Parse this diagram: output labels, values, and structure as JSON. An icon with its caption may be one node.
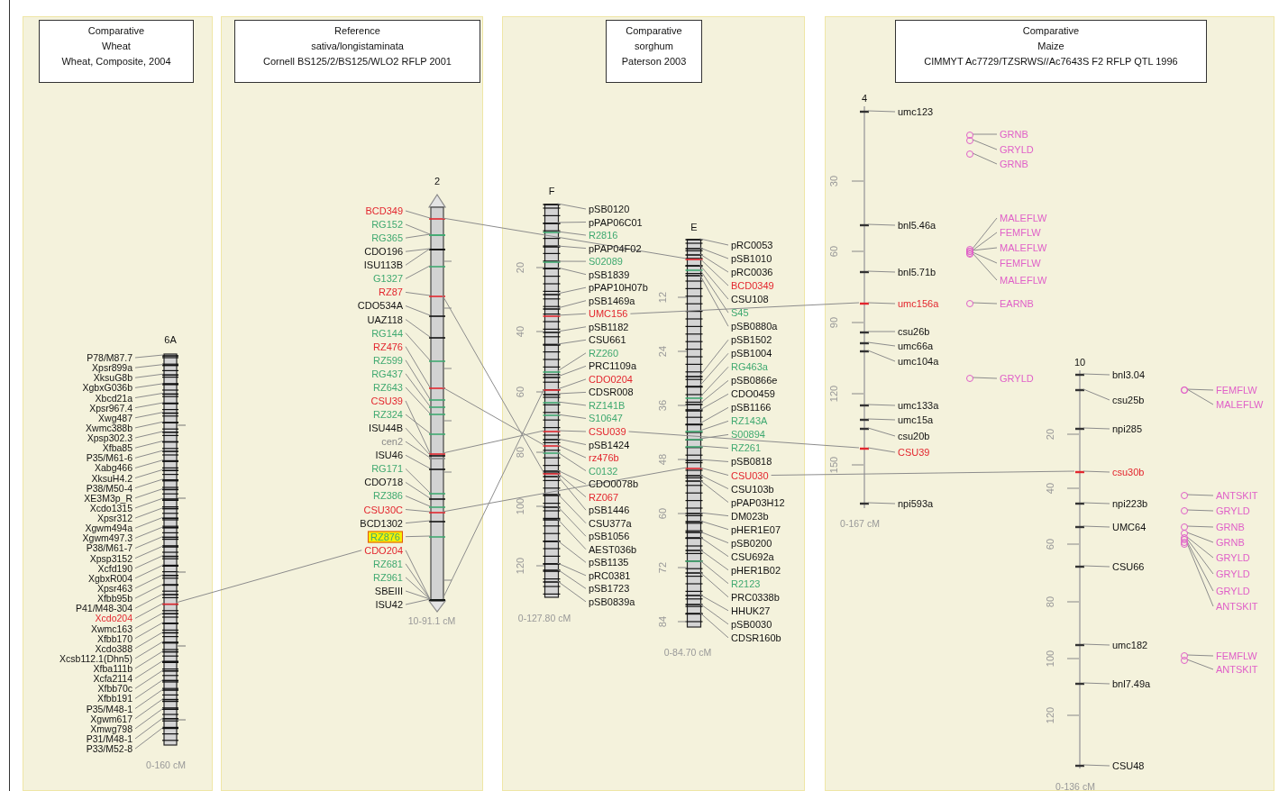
{
  "diagram": {
    "nodes": [
      {
        "text": [],
        "shape": "box"
      },
      {
        "text": [
          "Comparative",
          "Wheat",
          "Wheat, Composite, 2004"
        ],
        "in": 0
      },
      {
        "text": [
          "6A"
        ],
        "in": 0,
        "beside": [
          "0-160 cM"
        ]
      },
      {
        "text": [
          "P78/M87.7"
        ],
        "in": 0
      },
      {
        "text": [
          "Xpsr899a"
        ],
        "in": 0
      },
      {
        "text": [
          "XksuG8b"
        ],
        "in": 0
      },
      {
        "text": [
          "XgbxG036b"
        ],
        "in": 0
      },
      {
        "text": [
          "Xbcd21a"
        ],
        "in": 0
      },
      {
        "text": [
          "Xpsr967.4"
        ],
        "in": 0
      },
      {
        "text": [
          "Xwg487"
        ],
        "in": 0
      },
      {
        "text": [
          "Xwmc388b"
        ],
        "in": 0
      },
      {
        "text": [
          "Xpsp302.3"
        ],
        "in": 0
      },
      {
        "text": [
          "Xfba85"
        ],
        "in": 0
      },
      {
        "text": [
          "P35/M61-6"
        ],
        "in": 0
      },
      {
        "text": [
          "Xabg466"
        ],
        "in": 0
      },
      {
        "text": [
          "XksuH4.2"
        ],
        "in": 0
      },
      {
        "text": [
          "P38/M50-4"
        ],
        "in": 0
      },
      {
        "text": [
          "XE3M3p_R"
        ],
        "in": 0
      },
      {
        "text": [
          "Xcdo1315"
        ],
        "in": 0
      },
      {
        "text": [
          "Xpsr312"
        ],
        "in": 0
      },
      {
        "text": [
          "Xgwm494a"
        ],
        "in": 0
      },
      {
        "text": [
          "Xgwm497.3"
        ],
        "in": 0
      },
      {
        "text": [
          "P38/M61-7"
        ],
        "in": 0
      },
      {
        "text": [
          "Xpsp3152"
        ],
        "in": 0
      },
      {
        "text": [
          "Xcfd190"
        ],
        "in": 0
      },
      {
        "text": [
          "XgbxR004"
        ],
        "in": 0
      },
      {
        "text": [
          "Xpsr463"
        ],
        "in": 0
      },
      {
        "text": [
          "Xfbb95b"
        ],
        "in": 0
      },
      {
        "text": [
          "P41/M48-304"
        ],
        "in": 0
      },
      {
        "text": [
          "Xcdo204"
        ],
        "in": 0
      },
      {
        "text": [
          "Xwmc163"
        ],
        "in": 0
      },
      {
        "text": [
          "Xfbb170"
        ],
        "in": 0
      },
      {
        "text": [
          "Xcdo388"
        ],
        "in": 0
      },
      {
        "text": [
          "Xcsb112.1(Dhn5)"
        ],
        "in": 0
      },
      {
        "text": [
          "Xfba111b"
        ],
        "in": 0
      },
      {
        "text": [
          "Xcfa2114"
        ],
        "in": 0
      },
      {
        "text": [
          "Xfbb70c"
        ],
        "in": 0
      },
      {
        "text": [
          "Xfbb191"
        ],
        "in": 0
      },
      {
        "text": [
          "P35/M48-1"
        ],
        "in": 0
      },
      {
        "text": [
          "Xgwm617"
        ],
        "in": 0
      },
      {
        "text": [
          "Xmwg798"
        ],
        "in": 0
      },
      {
        "text": [
          "P31/M48-1"
        ],
        "in": 0
      },
      {
        "text": [
          "P33/M52-8"
        ],
        "in": 0
      },
      {
        "text": [],
        "shape": "box"
      },
      {
        "text": [
          "Reference",
          "sativa/longistaminata",
          "Cornell BS125/2/BS125/WLO2 RFLP 2001"
        ],
        "in": 43
      },
      {
        "text": [
          "2"
        ],
        "in": 43,
        "beside": [
          "10-91.1 cM"
        ]
      },
      {
        "text": [
          "BCD349"
        ],
        "in": 43
      },
      {
        "text": [
          "RG152"
        ],
        "in": 43
      },
      {
        "text": [
          "RG365"
        ],
        "in": 43
      },
      {
        "text": [
          "CDO196"
        ],
        "in": 43
      },
      {
        "text": [
          "ISU113B"
        ],
        "in": 43
      },
      {
        "text": [
          "G1327"
        ],
        "in": 43
      },
      {
        "text": [
          "RZ87"
        ],
        "in": 43
      },
      {
        "text": [
          "CDO534A"
        ],
        "in": 43
      },
      {
        "text": [
          "UAZ118"
        ],
        "in": 43
      },
      {
        "text": [
          "RG144"
        ],
        "in": 43
      },
      {
        "text": [
          "RZ476"
        ],
        "in": 43
      },
      {
        "text": [
          "RZ599"
        ],
        "in": 43
      },
      {
        "text": [
          "RG437"
        ],
        "in": 43
      },
      {
        "text": [
          "RZ643"
        ],
        "in": 43
      },
      {
        "text": [
          "CSU39"
        ],
        "in": 43
      },
      {
        "text": [
          "RZ324"
        ],
        "in": 43
      },
      {
        "text": [
          "ISU44B"
        ],
        "in": 43
      },
      {
        "text": [
          "cen2"
        ],
        "in": 43
      },
      {
        "text": [
          "ISU46"
        ],
        "in": 43
      },
      {
        "text": [
          "RG171"
        ],
        "in": 43
      },
      {
        "text": [
          "CDO718"
        ],
        "in": 43
      },
      {
        "text": [
          "RZ386"
        ],
        "in": 43
      },
      {
        "text": [
          "CSU30C"
        ],
        "in": 43
      },
      {
        "text": [
          "BCD1302"
        ],
        "in": 43
      },
      {
        "text": [
          "RZ876"
        ],
        "in": 43
      },
      {
        "text": [
          "CDO204"
        ],
        "in": 43
      },
      {
        "text": [
          "RZ681"
        ],
        "in": 43
      },
      {
        "text": [
          "RZ961"
        ],
        "in": 43
      },
      {
        "text": [
          "SBEIII"
        ],
        "in": 43
      },
      {
        "text": [
          "ISU42"
        ],
        "in": 43
      },
      {
        "text": [],
        "shape": "box"
      },
      {
        "text": [
          "Comparative",
          "sorghum",
          "Paterson 2003"
        ],
        "in": 76
      },
      {
        "text": [
          "F"
        ],
        "in": 76,
        "beside": [
          "0-127.80 cM"
        ]
      },
      {
        "text": [
          "pSB0120"
        ],
        "in": 76
      },
      {
        "text": [
          "pPAP06C01"
        ],
        "in": 76
      },
      {
        "text": [
          "R2816"
        ],
        "in": 76
      },
      {
        "text": [
          "pPAP04F02"
        ],
        "in": 76
      },
      {
        "text": [
          "S02089"
        ],
        "in": 76
      },
      {
        "text": [
          "pSB1839"
        ],
        "in": 76
      },
      {
        "text": [
          "pPAP10H07b"
        ],
        "in": 76
      },
      {
        "text": [
          "pSB1469a"
        ],
        "in": 76
      },
      {
        "text": [
          "UMC156"
        ],
        "in": 76
      },
      {
        "text": [
          "pSB1182"
        ],
        "in": 76
      },
      {
        "text": [
          "CSU661"
        ],
        "in": 76
      },
      {
        "text": [
          "RZ260"
        ],
        "in": 76
      },
      {
        "text": [
          "PRC1109a"
        ],
        "in": 76
      },
      {
        "text": [
          "CDO0204"
        ],
        "in": 76
      },
      {
        "text": [
          "CDSR008"
        ],
        "in": 76
      },
      {
        "text": [
          "RZ141B"
        ],
        "in": 76
      },
      {
        "text": [
          "S10647"
        ],
        "in": 76
      },
      {
        "text": [
          "CSU039"
        ],
        "in": 76
      },
      {
        "text": [
          "pSB1424"
        ],
        "in": 76
      },
      {
        "text": [
          "rz476b"
        ],
        "in": 76
      },
      {
        "text": [
          "C0132"
        ],
        "in": 76
      },
      {
        "text": [
          "CDO0078b"
        ],
        "in": 76
      },
      {
        "text": [
          "RZ067"
        ],
        "in": 76
      },
      {
        "text": [
          "pSB1446"
        ],
        "in": 76
      },
      {
        "text": [
          "CSU377a"
        ],
        "in": 76
      },
      {
        "text": [
          "pSB1056"
        ],
        "in": 76
      },
      {
        "text": [
          "AEST036b"
        ],
        "in": 76
      },
      {
        "text": [
          "pSB1135"
        ],
        "in": 76
      },
      {
        "text": [
          "pRC0381"
        ],
        "in": 76
      },
      {
        "text": [
          "pSB1723"
        ],
        "in": 76
      },
      {
        "text": [
          "pSB0839a"
        ],
        "in": 76
      },
      {
        "text": [
          "E"
        ],
        "in": 76,
        "beside": [
          "0-84.70 cM"
        ]
      },
      {
        "text": [
          "pRC0053"
        ],
        "in": 76
      },
      {
        "text": [
          "pSB1010"
        ],
        "in": 76
      },
      {
        "text": [
          "pRC0036"
        ],
        "in": 76
      },
      {
        "text": [
          "BCD0349"
        ],
        "in": 76
      },
      {
        "text": [
          "CSU108"
        ],
        "in": 76
      },
      {
        "text": [
          "S45"
        ],
        "in": 76
      },
      {
        "text": [
          "pSB0880a"
        ],
        "in": 76
      },
      {
        "text": [
          "pSB1502"
        ],
        "in": 76
      },
      {
        "text": [
          "pSB1004"
        ],
        "in": 76
      },
      {
        "text": [
          "RG463a"
        ],
        "in": 76
      },
      {
        "text": [
          "pSB0866e"
        ],
        "in": 76
      },
      {
        "text": [
          "CDO0459"
        ],
        "in": 76
      },
      {
        "text": [
          "pSB1166"
        ],
        "in": 76
      },
      {
        "text": [
          "RZ143A"
        ],
        "in": 76
      },
      {
        "text": [
          "S00894"
        ],
        "in": 76
      },
      {
        "text": [
          "RZ261"
        ],
        "in": 76
      },
      {
        "text": [
          "pSB0818"
        ],
        "in": 76
      },
      {
        "text": [
          "CSU030"
        ],
        "in": 76
      },
      {
        "text": [
          "CSU103b"
        ],
        "in": 76
      },
      {
        "text": [
          "pPAP03H12"
        ],
        "in": 76
      },
      {
        "text": [
          "DM023b"
        ],
        "in": 76
      },
      {
        "text": [
          "pHER1E07"
        ],
        "in": 76
      },
      {
        "text": [
          "pSB0200"
        ],
        "in": 76
      },
      {
        "text": [
          "CSU692a"
        ],
        "in": 76
      },
      {
        "text": [
          "pHER1B02"
        ],
        "in": 76
      },
      {
        "text": [
          "R2123"
        ],
        "in": 76
      },
      {
        "text": [
          "PRC0338b"
        ],
        "in": 76
      },
      {
        "text": [
          "HHUK27"
        ],
        "in": 76
      },
      {
        "text": [
          "pSB0030"
        ],
        "in": 76
      },
      {
        "text": [
          "CDSR160b"
        ],
        "in": 76
      },
      {
        "text": [],
        "shape": "box"
      },
      {
        "text": [
          "Comparative",
          "Maize",
          "CIMMYT Ac7729/TZSRWS//Ac7643S F2 RFLP QTL 1996"
        ],
        "in": 141
      },
      {
        "text": [
          "4"
        ],
        "in": 141,
        "beside": [
          "0-167 cM"
        ]
      },
      {
        "text": [
          "umc123"
        ],
        "in": 141
      },
      {
        "text": [
          "bnl5.46a"
        ],
        "in": 141
      },
      {
        "text": [
          "bnl5.71b"
        ],
        "in": 141
      },
      {
        "text": [
          "umc156a"
        ],
        "in": 141
      },
      {
        "text": [
          "csu26b"
        ],
        "in": 141
      },
      {
        "text": [
          "umc66a"
        ],
        "in": 141
      },
      {
        "text": [
          "umc104a"
        ],
        "in": 141
      },
      {
        "text": [
          "umc133a"
        ],
        "in": 141
      },
      {
        "text": [
          "umc15a"
        ],
        "in": 141
      },
      {
        "text": [
          "csu20b"
        ],
        "in": 141
      },
      {
        "text": [
          "CSU39"
        ],
        "in": 141
      },
      {
        "text": [
          "npi593a"
        ],
        "in": 141
      },
      {
        "text": [],
        "shape": "circle",
        "in": 141
      },
      {
        "text": [
          "GRNB"
        ],
        "in": 141
      },
      {
        "text": [],
        "shape": "circle",
        "in": 141
      },
      {
        "text": [
          "GRYLD"
        ],
        "in": 141
      },
      {
        "text": [],
        "shape": "circle",
        "in": 141
      },
      {
        "text": [
          "GRNB"
        ],
        "in": 141
      },
      {
        "text": [],
        "shape": "circle",
        "in": 141
      },
      {
        "text": [
          "MALEFLW"
        ],
        "in": 141
      },
      {
        "text": [],
        "shape": "circle",
        "in": 141
      },
      {
        "text": [
          "FEMFLW"
        ],
        "in": 141
      },
      {
        "text": [],
        "shape": "circle",
        "in": 141
      },
      {
        "text": [
          "MALEFLW"
        ],
        "in": 141
      },
      {
        "text": [],
        "shape": "circle",
        "in": 141
      },
      {
        "text": [
          "FEMFLW"
        ],
        "in": 141
      },
      {
        "text": [],
        "shape": "circle",
        "in": 141
      },
      {
        "text": [
          "MALEFLW"
        ],
        "in": 141
      },
      {
        "text": [],
        "shape": "circle",
        "in": 141
      },
      {
        "text": [
          "EARNB"
        ],
        "in": 141
      },
      {
        "text": [],
        "shape": "circle",
        "in": 141
      },
      {
        "text": [
          "GRYLD"
        ],
        "in": 141
      },
      {
        "text": [
          "10"
        ],
        "in": 141,
        "beside": [
          "0-136 cM"
        ]
      },
      {
        "text": [
          "bnl3.04"
        ],
        "in": 141
      },
      {
        "text": [
          "csu25b"
        ],
        "in": 141
      },
      {
        "text": [
          "npi285"
        ],
        "in": 141
      },
      {
        "text": [
          "csu30b"
        ],
        "in": 141
      },
      {
        "text": [
          "npi223b"
        ],
        "in": 141
      },
      {
        "text": [
          "UMC64"
        ],
        "in": 141
      },
      {
        "text": [
          "CSU66"
        ],
        "in": 141
      },
      {
        "text": [
          "umc182"
        ],
        "in": 141
      },
      {
        "text": [
          "bnl7.49a"
        ],
        "in": 141
      },
      {
        "text": [
          "CSU48"
        ],
        "in": 141
      },
      {
        "text": [],
        "shape": "circle",
        "in": 141
      },
      {
        "text": [
          "FEMFLW"
        ],
        "in": 141
      },
      {
        "text": [],
        "shape": "circle",
        "in": 141
      },
      {
        "text": [
          "MALEFLW"
        ],
        "in": 141
      },
      {
        "text": [],
        "shape": "circle",
        "in": 141
      },
      {
        "text": [
          "ANTSKIT"
        ],
        "in": 141
      },
      {
        "text": [],
        "shape": "circle",
        "in": 141
      },
      {
        "text": [
          "GRYLD"
        ],
        "in": 141
      },
      {
        "text": [],
        "shape": "circle",
        "in": 141
      },
      {
        "text": [
          "GRNB"
        ],
        "in": 141
      },
      {
        "text": [],
        "shape": "circle",
        "in": 141
      },
      {
        "text": [
          "GRNB"
        ],
        "in": 141
      },
      {
        "text": [],
        "shape": "circle",
        "in": 141
      },
      {
        "text": [
          "GRYLD"
        ],
        "in": 141
      },
      {
        "text": [],
        "shape": "circle",
        "in": 141
      },
      {
        "text": [
          "GRYLD"
        ],
        "in": 141
      },
      {
        "text": [],
        "shape": "circle",
        "in": 141
      },
      {
        "text": [
          "GRYLD"
        ],
        "in": 141
      },
      {
        "text": [],
        "shape": "circle",
        "in": 141
      },
      {
        "text": [
          "ANTSKIT"
        ],
        "in": 141
      },
      {
        "text": [],
        "shape": "circle",
        "in": 141
      },
      {
        "text": [
          "FEMFLW"
        ],
        "in": 141
      },
      {
        "text": [],
        "shape": "circle",
        "in": 141
      },
      {
        "text": [
          "ANTSKIT"
        ],
        "in": 141
      }
    ],
    "edges": [
      {
        "from": 2,
        "to": 71,
        "arrow": "none"
      },
      {
        "from": 45,
        "to": 110,
        "arrow": "none"
      },
      {
        "from": 45,
        "to": 78,
        "arrow": "none"
      },
      {
        "from": 45,
        "to": 78,
        "arrow": "none"
      },
      {
        "from": 45,
        "to": 78,
        "arrow": "none"
      },
      {
        "from": 45,
        "to": 110,
        "arrow": "none"
      },
      {
        "from": 45,
        "to": 78,
        "arrow": "none"
      },
      {
        "from": 87,
        "to": 143,
        "arrow": "none"
      },
      {
        "from": 96,
        "to": 143,
        "arrow": "none"
      },
      {
        "from": 128,
        "to": 176,
        "arrow": "none"
      },
      {
        "from": 3,
        "to": 2,
        "arrow": "none"
      },
      {
        "from": 4,
        "to": 2,
        "arrow": "none"
      },
      {
        "from": 5,
        "to": 2,
        "arrow": "none"
      },
      {
        "from": 6,
        "to": 2,
        "arrow": "none"
      },
      {
        "from": 7,
        "to": 2,
        "arrow": "none"
      },
      {
        "from": 8,
        "to": 2,
        "arrow": "none"
      },
      {
        "from": 9,
        "to": 2,
        "arrow": "none"
      },
      {
        "from": 10,
        "to": 2,
        "arrow": "none"
      },
      {
        "from": 11,
        "to": 2,
        "arrow": "none"
      },
      {
        "from": 12,
        "to": 2,
        "arrow": "none"
      },
      {
        "from": 13,
        "to": 2,
        "arrow": "none"
      },
      {
        "from": 14,
        "to": 2,
        "arrow": "none"
      },
      {
        "from": 15,
        "to": 2,
        "arrow": "none"
      },
      {
        "from": 16,
        "to": 2,
        "arrow": "none"
      },
      {
        "from": 17,
        "to": 2,
        "arrow": "none"
      },
      {
        "from": 18,
        "to": 2,
        "arrow": "none"
      },
      {
        "from": 19,
        "to": 2,
        "arrow": "none"
      },
      {
        "from": 20,
        "to": 2,
        "arrow": "none"
      },
      {
        "from": 21,
        "to": 2,
        "arrow": "none"
      },
      {
        "from": 22,
        "to": 2,
        "arrow": "none"
      },
      {
        "from": 23,
        "to": 2,
        "arrow": "none"
      },
      {
        "from": 24,
        "to": 2,
        "arrow": "none"
      },
      {
        "from": 25,
        "to": 2,
        "arrow": "none"
      },
      {
        "from": 26,
        "to": 2,
        "arrow": "none"
      },
      {
        "from": 27,
        "to": 2,
        "arrow": "none"
      },
      {
        "from": 28,
        "to": 2,
        "arrow": "none"
      },
      {
        "from": 29,
        "to": 2,
        "arrow": "none"
      },
      {
        "from": 30,
        "to": 2,
        "arrow": "none"
      },
      {
        "from": 31,
        "to": 2,
        "arrow": "none"
      },
      {
        "from": 32,
        "to": 2,
        "arrow": "none"
      },
      {
        "from": 33,
        "to": 2,
        "arrow": "none"
      },
      {
        "from": 34,
        "to": 2,
        "arrow": "none"
      },
      {
        "from": 35,
        "to": 2,
        "arrow": "none"
      },
      {
        "from": 36,
        "to": 2,
        "arrow": "none"
      },
      {
        "from": 37,
        "to": 2,
        "arrow": "none"
      },
      {
        "from": 38,
        "to": 2,
        "arrow": "none"
      },
      {
        "from": 39,
        "to": 2,
        "arrow": "none"
      },
      {
        "from": 40,
        "to": 2,
        "arrow": "none"
      },
      {
        "from": 41,
        "to": 2,
        "arrow": "none"
      },
      {
        "from": 42,
        "to": 2,
        "arrow": "none"
      },
      {
        "from": 46,
        "to": 45,
        "arrow": "none"
      },
      {
        "from": 47,
        "to": 45,
        "arrow": "none"
      },
      {
        "from": 48,
        "to": 45,
        "arrow": "none"
      },
      {
        "from": 49,
        "to": 45,
        "arrow": "none"
      },
      {
        "from": 50,
        "to": 45,
        "arrow": "none"
      },
      {
        "from": 51,
        "to": 45,
        "arrow": "none"
      },
      {
        "from": 52,
        "to": 45,
        "arrow": "none"
      },
      {
        "from": 53,
        "to": 45,
        "arrow": "none"
      },
      {
        "from": 54,
        "to": 45,
        "arrow": "none"
      },
      {
        "from": 55,
        "to": 45,
        "arrow": "none"
      },
      {
        "from": 56,
        "to": 45,
        "arrow": "none"
      },
      {
        "from": 57,
        "to": 45,
        "arrow": "none"
      },
      {
        "from": 58,
        "to": 45,
        "arrow": "none"
      },
      {
        "from": 59,
        "to": 45,
        "arrow": "none"
      },
      {
        "from": 60,
        "to": 45,
        "arrow": "none"
      },
      {
        "from": 61,
        "to": 45,
        "arrow": "none"
      },
      {
        "from": 62,
        "to": 45,
        "arrow": "none"
      },
      {
        "from": 63,
        "to": 45,
        "arrow": "none"
      },
      {
        "from": 64,
        "to": 45,
        "arrow": "none"
      },
      {
        "from": 65,
        "to": 45,
        "arrow": "none"
      },
      {
        "from": 66,
        "to": 45,
        "arrow": "none"
      },
      {
        "from": 67,
        "to": 45,
        "arrow": "none"
      },
      {
        "from": 68,
        "to": 45,
        "arrow": "none"
      },
      {
        "from": 69,
        "to": 45,
        "arrow": "none"
      },
      {
        "from": 70,
        "to": 45,
        "arrow": "none"
      },
      {
        "from": 71,
        "to": 45,
        "arrow": "none"
      },
      {
        "from": 72,
        "to": 45,
        "arrow": "none"
      },
      {
        "from": 73,
        "to": 45,
        "arrow": "none"
      },
      {
        "from": 74,
        "to": 45,
        "arrow": "none"
      },
      {
        "from": 75,
        "to": 45,
        "arrow": "none"
      },
      {
        "from": 79,
        "to": 78,
        "arrow": "none"
      },
      {
        "from": 80,
        "to": 78,
        "arrow": "none"
      },
      {
        "from": 81,
        "to": 78,
        "arrow": "none"
      },
      {
        "from": 82,
        "to": 78,
        "arrow": "none"
      },
      {
        "from": 83,
        "to": 78,
        "arrow": "none"
      },
      {
        "from": 84,
        "to": 78,
        "arrow": "none"
      },
      {
        "from": 85,
        "to": 78,
        "arrow": "none"
      },
      {
        "from": 86,
        "to": 78,
        "arrow": "none"
      },
      {
        "from": 87,
        "to": 78,
        "arrow": "none"
      },
      {
        "from": 88,
        "to": 78,
        "arrow": "none"
      },
      {
        "from": 89,
        "to": 78,
        "arrow": "none"
      },
      {
        "from": 90,
        "to": 78,
        "arrow": "none"
      },
      {
        "from": 91,
        "to": 78,
        "arrow": "none"
      },
      {
        "from": 92,
        "to": 78,
        "arrow": "none"
      },
      {
        "from": 93,
        "to": 78,
        "arrow": "none"
      },
      {
        "from": 94,
        "to": 78,
        "arrow": "none"
      },
      {
        "from": 95,
        "to": 78,
        "arrow": "none"
      },
      {
        "from": 96,
        "to": 78,
        "arrow": "none"
      },
      {
        "from": 97,
        "to": 78,
        "arrow": "none"
      },
      {
        "from": 98,
        "to": 78,
        "arrow": "none"
      },
      {
        "from": 99,
        "to": 78,
        "arrow": "none"
      },
      {
        "from": 100,
        "to": 78,
        "arrow": "none"
      },
      {
        "from": 101,
        "to": 78,
        "arrow": "none"
      },
      {
        "from": 102,
        "to": 78,
        "arrow": "none"
      },
      {
        "from": 103,
        "to": 78,
        "arrow": "none"
      },
      {
        "from": 104,
        "to": 78,
        "arrow": "none"
      },
      {
        "from": 105,
        "to": 78,
        "arrow": "none"
      },
      {
        "from": 106,
        "to": 78,
        "arrow": "none"
      },
      {
        "from": 107,
        "to": 78,
        "arrow": "none"
      },
      {
        "from": 108,
        "to": 78,
        "arrow": "none"
      },
      {
        "from": 109,
        "to": 78,
        "arrow": "none"
      },
      {
        "from": 111,
        "to": 110,
        "arrow": "none"
      },
      {
        "from": 112,
        "to": 110,
        "arrow": "none"
      },
      {
        "from": 113,
        "to": 110,
        "arrow": "none"
      },
      {
        "from": 114,
        "to": 110,
        "arrow": "none"
      },
      {
        "from": 115,
        "to": 110,
        "arrow": "none"
      },
      {
        "from": 116,
        "to": 110,
        "arrow": "none"
      },
      {
        "from": 117,
        "to": 110,
        "arrow": "none"
      },
      {
        "from": 118,
        "to": 110,
        "arrow": "none"
      },
      {
        "from": 119,
        "to": 110,
        "arrow": "none"
      },
      {
        "from": 120,
        "to": 110,
        "arrow": "none"
      },
      {
        "from": 121,
        "to": 110,
        "arrow": "none"
      },
      {
        "from": 122,
        "to": 110,
        "arrow": "none"
      },
      {
        "from": 123,
        "to": 110,
        "arrow": "none"
      },
      {
        "from": 124,
        "to": 110,
        "arrow": "none"
      },
      {
        "from": 125,
        "to": 110,
        "arrow": "none"
      },
      {
        "from": 126,
        "to": 110,
        "arrow": "none"
      },
      {
        "from": 127,
        "to": 110,
        "arrow": "none"
      },
      {
        "from": 128,
        "to": 110,
        "arrow": "none"
      },
      {
        "from": 129,
        "to": 110,
        "arrow": "none"
      },
      {
        "from": 130,
        "to": 110,
        "arrow": "none"
      },
      {
        "from": 131,
        "to": 110,
        "arrow": "none"
      },
      {
        "from": 132,
        "to": 110,
        "arrow": "none"
      },
      {
        "from": 133,
        "to": 110,
        "arrow": "none"
      },
      {
        "from": 134,
        "to": 110,
        "arrow": "none"
      },
      {
        "from": 135,
        "to": 110,
        "arrow": "none"
      },
      {
        "from": 136,
        "to": 110,
        "arrow": "none"
      },
      {
        "from": 137,
        "to": 110,
        "arrow": "none"
      },
      {
        "from": 138,
        "to": 110,
        "arrow": "none"
      },
      {
        "from": 139,
        "to": 110,
        "arrow": "none"
      },
      {
        "from": 140,
        "to": 110,
        "arrow": "none"
      },
      {
        "from": 144,
        "to": 143,
        "arrow": "none"
      },
      {
        "from": 145,
        "to": 143,
        "arrow": "none"
      },
      {
        "from": 146,
        "to": 143,
        "arrow": "none"
      },
      {
        "from": 147,
        "to": 143,
        "arrow": "none"
      },
      {
        "from": 148,
        "to": 143,
        "arrow": "none"
      },
      {
        "from": 149,
        "to": 143,
        "arrow": "none"
      },
      {
        "from": 150,
        "to": 143,
        "arrow": "none"
      },
      {
        "from": 151,
        "to": 143,
        "arrow": "none"
      },
      {
        "from": 152,
        "to": 143,
        "arrow": "none"
      },
      {
        "from": 153,
        "to": 143,
        "arrow": "none"
      },
      {
        "from": 154,
        "to": 143,
        "arrow": "none"
      },
      {
        "from": 155,
        "to": 143,
        "arrow": "none"
      },
      {
        "from": 157,
        "to": 156,
        "arrow": "none"
      },
      {
        "from": 159,
        "to": 158,
        "arrow": "none"
      },
      {
        "from": 161,
        "to": 160,
        "arrow": "none"
      },
      {
        "from": 163,
        "to": 162,
        "arrow": "none"
      },
      {
        "from": 165,
        "to": 164,
        "arrow": "none"
      },
      {
        "from": 167,
        "to": 166,
        "arrow": "none"
      },
      {
        "from": 169,
        "to": 168,
        "arrow": "none"
      },
      {
        "from": 171,
        "to": 170,
        "arrow": "none"
      },
      {
        "from": 173,
        "to": 172,
        "arrow": "none"
      },
      {
        "from": 175,
        "to": 174,
        "arrow": "none"
      },
      {
        "from": 177,
        "to": 176,
        "arrow": "none"
      },
      {
        "from": 178,
        "to": 176,
        "arrow": "none"
      },
      {
        "from": 179,
        "to": 176,
        "arrow": "none"
      },
      {
        "from": 180,
        "to": 176,
        "arrow": "none"
      },
      {
        "from": 181,
        "to": 176,
        "arrow": "none"
      },
      {
        "from": 182,
        "to": 176,
        "arrow": "none"
      },
      {
        "from": 183,
        "to": 176,
        "arrow": "none"
      },
      {
        "from": 184,
        "to": 176,
        "arrow": "none"
      },
      {
        "from": 185,
        "to": 176,
        "arrow": "none"
      },
      {
        "from": 186,
        "to": 176,
        "arrow": "none"
      },
      {
        "from": 188,
        "to": 187,
        "arrow": "none"
      },
      {
        "from": 190,
        "to": 189,
        "arrow": "none"
      },
      {
        "from": 192,
        "to": 191,
        "arrow": "none"
      },
      {
        "from": 194,
        "to": 193,
        "arrow": "none"
      },
      {
        "from": 196,
        "to": 195,
        "arrow": "none"
      },
      {
        "from": 198,
        "to": 197,
        "arrow": "none"
      },
      {
        "from": 200,
        "to": 199,
        "arrow": "none"
      },
      {
        "from": 202,
        "to": 201,
        "arrow": "none"
      },
      {
        "from": 204,
        "to": 203,
        "arrow": "none"
      },
      {
        "from": 206,
        "to": 205,
        "arrow": "none"
      },
      {
        "from": 208,
        "to": 207,
        "arrow": "none"
      },
      {
        "from": 210,
        "to": 209,
        "arrow": "none"
      }
    ],
    "labels": [
      "20",
      "40",
      "60",
      "80",
      "100",
      "120",
      "12",
      "24",
      "36",
      "48",
      "60",
      "72",
      "84",
      "30",
      "60",
      "90",
      "120",
      "150",
      "20",
      "40",
      "60",
      "80",
      "100",
      "120"
    ]
  }
}
